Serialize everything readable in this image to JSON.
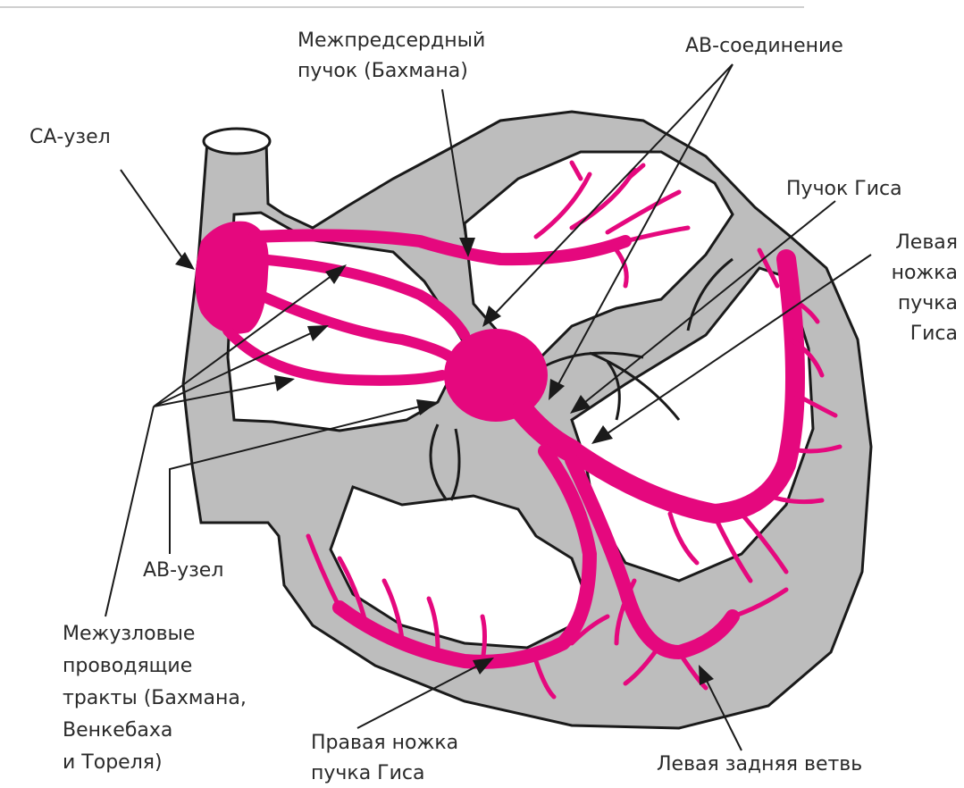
{
  "title": "",
  "labels": {
    "bachmann_bundle": [
      "Межпредсердный",
      "пучок (Бахмана)"
    ],
    "av_junction": "АВ-соединение",
    "sa_node": "СА-узел",
    "his_bundle": "Пучок Гиса",
    "left_bundle_branch": [
      "Левая",
      "ножка",
      "пучка",
      "Гиса"
    ],
    "av_node": "АВ-узел",
    "internodal_tracts": [
      "Межузловые",
      "проводящие",
      "тракты (Бахмана,",
      "Венкебаха",
      "и Тореля)"
    ],
    "right_bundle_branch": [
      "Правая ножка",
      "пучка Гиса"
    ],
    "left_posterior_fascicle": "Левая задняя ветвь"
  },
  "colors": {
    "conduction": "#e5087e",
    "tissue": "#bdbdbd",
    "outline": "#1a1a1a",
    "text": "#2a2a2a"
  }
}
